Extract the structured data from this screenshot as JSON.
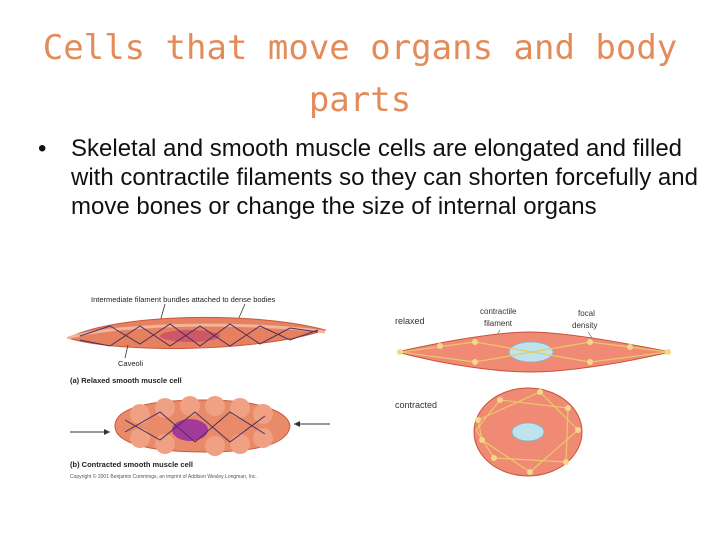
{
  "title": "Cells that move organs and body parts",
  "bullet": {
    "marker": "•",
    "text": "Skeletal and smooth muscle cells are elongated and filled with contractile filaments so they can shorten forcefully and move bones or change the size of internal organs"
  },
  "figure_left": {
    "top_label": "Intermediate filament bundles attached to dense bodies",
    "caveoli_label": "Caveoli",
    "caption_a": "(a) Relaxed smooth muscle cell",
    "caption_b": "(b) Contracted smooth muscle cell",
    "copyright": "Copyright © 2001 Benjamin Cummings, an imprint of Addison Wesley Longman, Inc."
  },
  "figure_right": {
    "relaxed_label": "relaxed",
    "contractile_label_1": "contractile",
    "contractile_label_2": "filament",
    "focal_label_1": "focal",
    "focal_label_2": "density",
    "contracted_label": "contracted"
  },
  "colors": {
    "title": "#e38c5a",
    "cell_fill": "#f08a75",
    "filament": "#e8c96a",
    "nucleus": "#bfe3ec"
  }
}
